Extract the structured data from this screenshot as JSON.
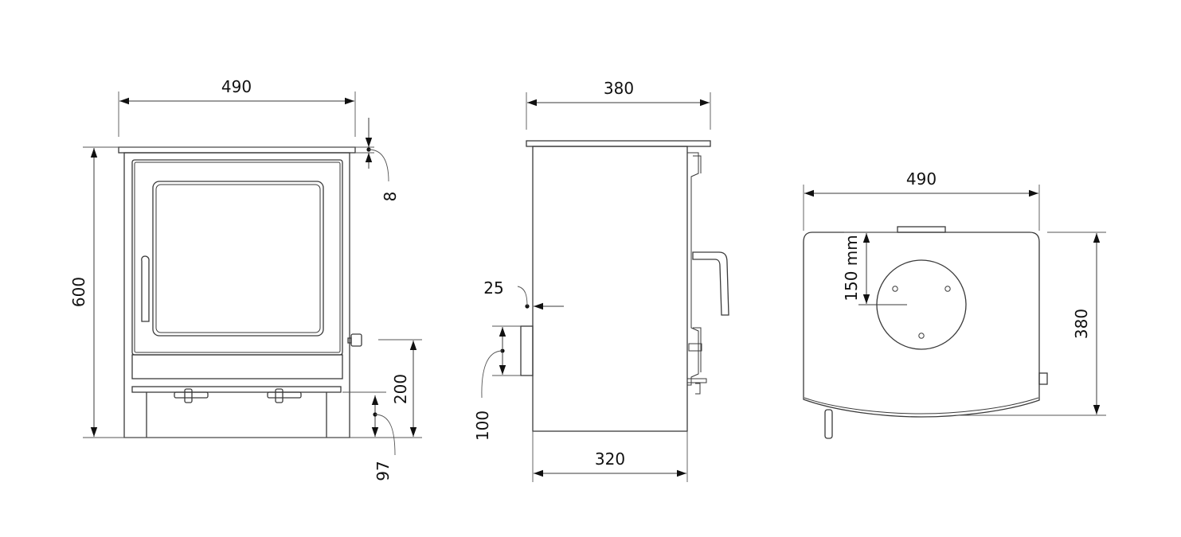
{
  "views": {
    "front": {
      "width_label": "490",
      "height_label": "600",
      "top_thickness_label": "8",
      "outlet_height_label": "200",
      "base_clearance_label": "97"
    },
    "side": {
      "depth_top_label": "380",
      "depth_body_label": "320",
      "rear_offset_label": "25",
      "outlet_size_label": "100"
    },
    "top": {
      "width_label": "490",
      "depth_label": "380",
      "flue_offset_label": "150 mm"
    }
  }
}
